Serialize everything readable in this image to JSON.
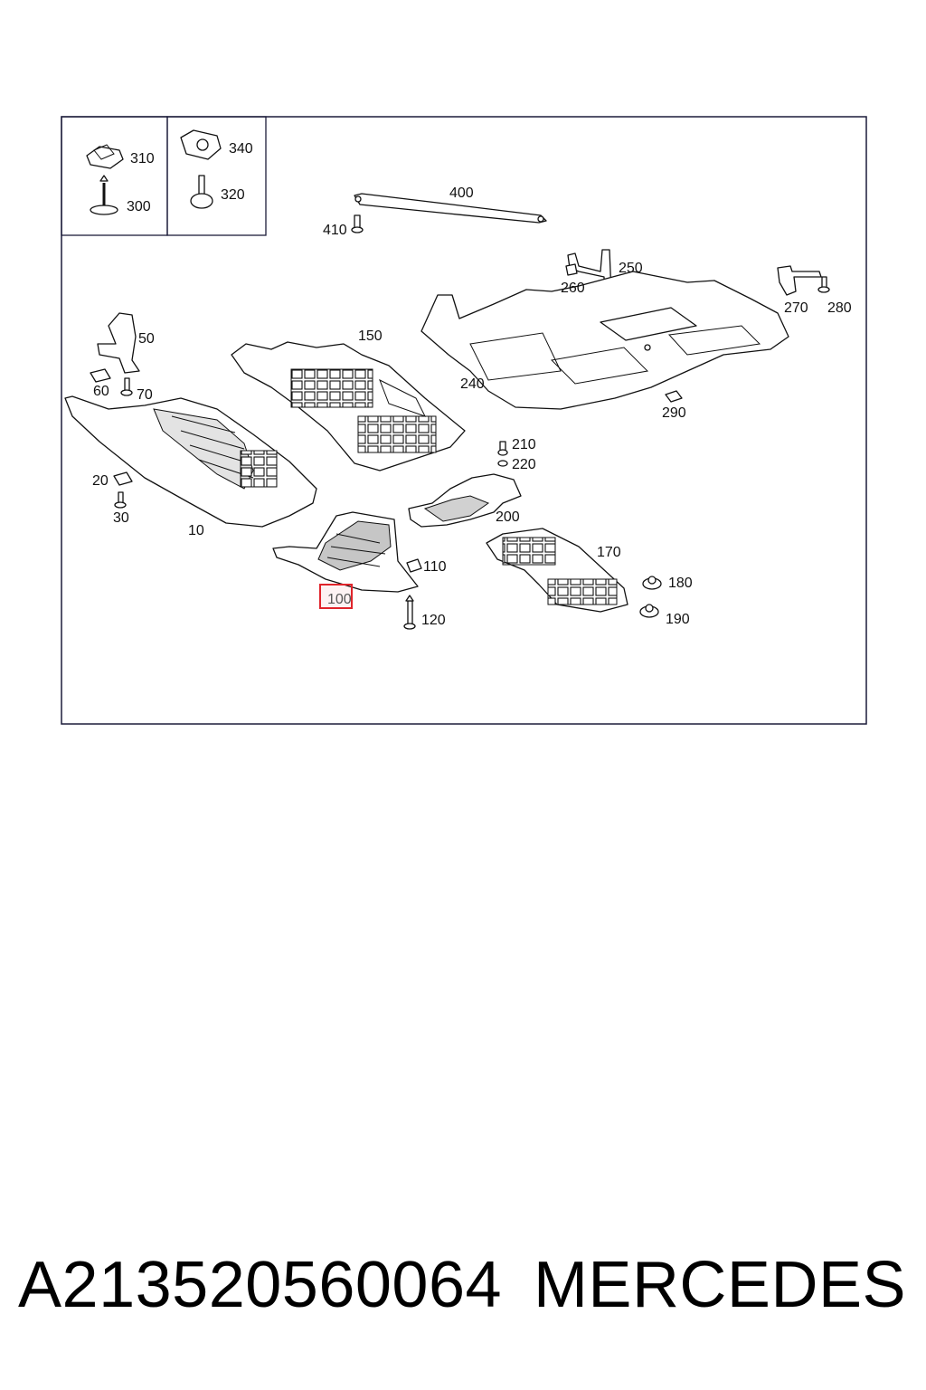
{
  "diagram": {
    "callouts": {
      "c10": "10",
      "c20": "20",
      "c30": "30",
      "c50": "50",
      "c60": "60",
      "c70": "70",
      "c100": "100",
      "c110": "110",
      "c120": "120",
      "c150": "150",
      "c170": "170",
      "c180": "180",
      "c190": "190",
      "c200": "200",
      "c210": "210",
      "c220": "220",
      "c240": "240",
      "c250": "250",
      "c260": "260",
      "c270": "270",
      "c280": "280",
      "c290": "290",
      "c300": "300",
      "c310": "310",
      "c320": "320",
      "c340": "340",
      "c400": "400",
      "c410": "410"
    },
    "highlighted_callout": "100",
    "highlight_color": "#e0242b"
  },
  "footer": {
    "part_number": "A213520560064",
    "brand": "MERCEDES"
  }
}
